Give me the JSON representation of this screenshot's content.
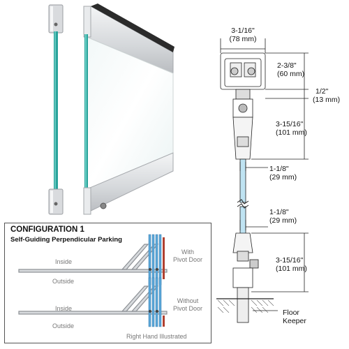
{
  "dimensions": {
    "top_width": {
      "imperial": "3-1/16\"",
      "metric": "(78 mm)"
    },
    "header_height": {
      "imperial": "2-3/8\"",
      "metric": "(60 mm)"
    },
    "gap": {
      "imperial": "1/2\"",
      "metric": "(13 mm)"
    },
    "top_clamp": {
      "imperial": "3-15/16\"",
      "metric": "(101 mm)"
    },
    "glass_top": {
      "imperial": "1-1/8\"",
      "metric": "(29 mm)"
    },
    "glass_bottom": {
      "imperial": "1-1/8\"",
      "metric": "(29 mm)"
    },
    "bottom_clamp": {
      "imperial": "3-15/16\"",
      "metric": "(101 mm)"
    },
    "floor_keeper": {
      "line1": "Floor",
      "line2": "Keeper"
    }
  },
  "configuration": {
    "title": "CONFIGURATION 1",
    "subtitle": "Self-Guiding Perpendicular Parking",
    "top": {
      "inside": "Inside",
      "outside": "Outside",
      "note_line1": "With",
      "note_line2": "Pivot Door"
    },
    "bottom": {
      "inside": "Inside",
      "outside": "Outside",
      "note_line1": "Without",
      "note_line2": "Pivot Door"
    },
    "footer": "Right Hand Illustrated"
  },
  "colors": {
    "glass_edge": "#2aa39b",
    "glass_face": "#e8f3f5",
    "metal": "#c9ccd0",
    "dark_metal": "#2b2b2b",
    "door_red": "#b04030",
    "panel_blue": "#5aa7d8"
  }
}
